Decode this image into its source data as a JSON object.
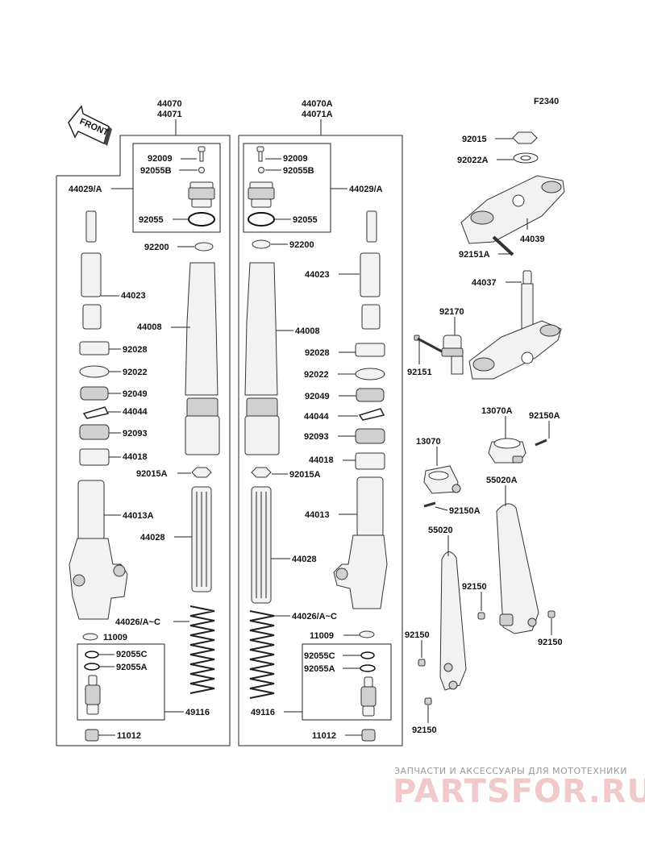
{
  "diagram_id": "F2340",
  "front_label": "FRONT",
  "left_fork": {
    "assembly_top": "44070",
    "assembly_bottom": "44071",
    "cap_group": "44029/A",
    "parts": [
      "92009",
      "92055B",
      "92055",
      "92200",
      "44023",
      "44008",
      "92028",
      "92022",
      "92049",
      "44044",
      "92093",
      "44018",
      "92015A",
      "44013A",
      "44028",
      "44026/A~C",
      "11009",
      "92055C",
      "92055A",
      "49116",
      "11012"
    ]
  },
  "right_fork": {
    "assembly_top": "44070A",
    "assembly_bottom": "44071A",
    "cap_group": "44029/A",
    "parts": [
      "92009",
      "92055B",
      "92055",
      "92200",
      "44023",
      "44008",
      "92028",
      "92022",
      "92049",
      "44044",
      "92093",
      "44018",
      "92015A",
      "44013",
      "44028",
      "44026/A~C",
      "11009",
      "92055C",
      "92055A",
      "49116",
      "11012"
    ]
  },
  "steering": {
    "parts": [
      "92015",
      "92022A",
      "44039",
      "92151A",
      "44037",
      "92170",
      "92151"
    ]
  },
  "guards": {
    "parts": [
      "13070A",
      "92150A",
      "13070",
      "92150A",
      "55020A",
      "55020",
      "92150",
      "92150",
      "92150",
      "92150"
    ]
  },
  "watermark": {
    "top_text": "ЗАПЧАСТИ И АКСЕССУАРЫ ДЛЯ МОТОТЕХНИКИ",
    "logo_text": "PARTSFOR.RU"
  }
}
